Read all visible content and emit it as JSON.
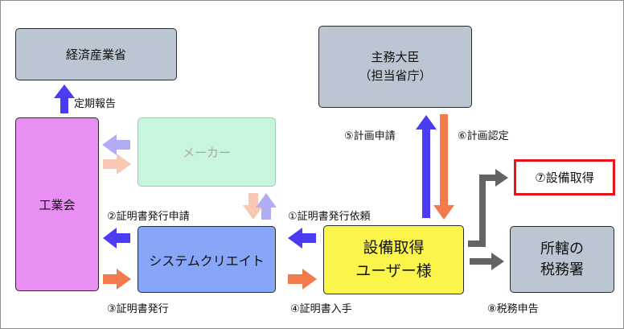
{
  "nodes": {
    "meti": "経済産業省",
    "minister_line1": "主務大臣",
    "minister_line2": "（担当省庁）",
    "industry": "工業会",
    "maker": "メーカー",
    "system": "システムクリエイト",
    "user_line1": "設備取得",
    "user_line2": "ユーザー様",
    "acquire": "⑦設備取得",
    "tax_line1": "所轄の",
    "tax_line2": "税務署"
  },
  "labels": {
    "report": "定期報告",
    "plan_apply": "⑤計画申請",
    "plan_approve": "⑥計画認定",
    "cert_apply": "②証明書発行申請",
    "cert_request": "①証明書発行依頼",
    "cert_issue": "③証明書発行",
    "cert_receive": "④証明書入手",
    "tax_return": "⑧税務申告"
  },
  "colors": {
    "blue_arrow": "#4a3cf2",
    "orange_arrow": "#f37a4d",
    "gray_arrow": "#636363",
    "light_blue_arrow": "#b0acf6",
    "light_orange_arrow": "#f8c8b5",
    "highlight_border": "#e8121b"
  }
}
